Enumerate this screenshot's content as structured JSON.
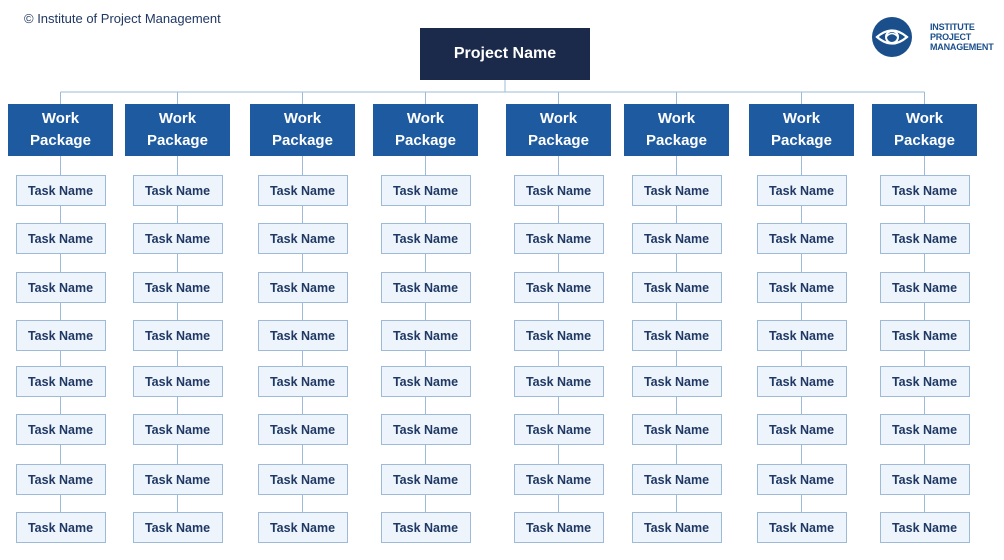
{
  "copyright": "© Institute of Project Management",
  "logo": {
    "icon": "ipm-eye-globe-icon",
    "lines": [
      "INSTITUTE",
      "PROJECT",
      "MANAGEMENT"
    ]
  },
  "colors": {
    "project": "#1b2a4a",
    "work_package": "#1e5aa0",
    "task_fill": "#eef4fb",
    "task_border": "#9dbbd8",
    "connector": "#9dbbd8"
  },
  "project": {
    "label": "Project Name"
  },
  "work_packages": [
    {
      "label": "Work Package",
      "tasks": [
        "Task Name",
        "Task Name",
        "Task Name",
        "Task Name",
        "Task Name",
        "Task Name",
        "Task Name",
        "Task Name"
      ]
    },
    {
      "label": "Work Package",
      "tasks": [
        "Task Name",
        "Task Name",
        "Task Name",
        "Task Name",
        "Task Name",
        "Task Name",
        "Task Name",
        "Task Name"
      ]
    },
    {
      "label": "Work Package",
      "tasks": [
        "Task Name",
        "Task Name",
        "Task Name",
        "Task Name",
        "Task Name",
        "Task Name",
        "Task Name",
        "Task Name"
      ]
    },
    {
      "label": "Work Package",
      "tasks": [
        "Task Name",
        "Task Name",
        "Task Name",
        "Task Name",
        "Task Name",
        "Task Name",
        "Task Name",
        "Task Name"
      ]
    },
    {
      "label": "Work Package",
      "tasks": [
        "Task Name",
        "Task Name",
        "Task Name",
        "Task Name",
        "Task Name",
        "Task Name",
        "Task Name",
        "Task Name"
      ]
    },
    {
      "label": "Work Package",
      "tasks": [
        "Task Name",
        "Task Name",
        "Task Name",
        "Task Name",
        "Task Name",
        "Task Name",
        "Task Name",
        "Task Name"
      ]
    },
    {
      "label": "Work Package",
      "tasks": [
        "Task Name",
        "Task Name",
        "Task Name",
        "Task Name",
        "Task Name",
        "Task Name",
        "Task Name",
        "Task Name"
      ]
    },
    {
      "label": "Work Package",
      "tasks": [
        "Task Name",
        "Task Name",
        "Task Name",
        "Task Name",
        "Task Name",
        "Task Name",
        "Task Name",
        "Task Name"
      ]
    }
  ]
}
